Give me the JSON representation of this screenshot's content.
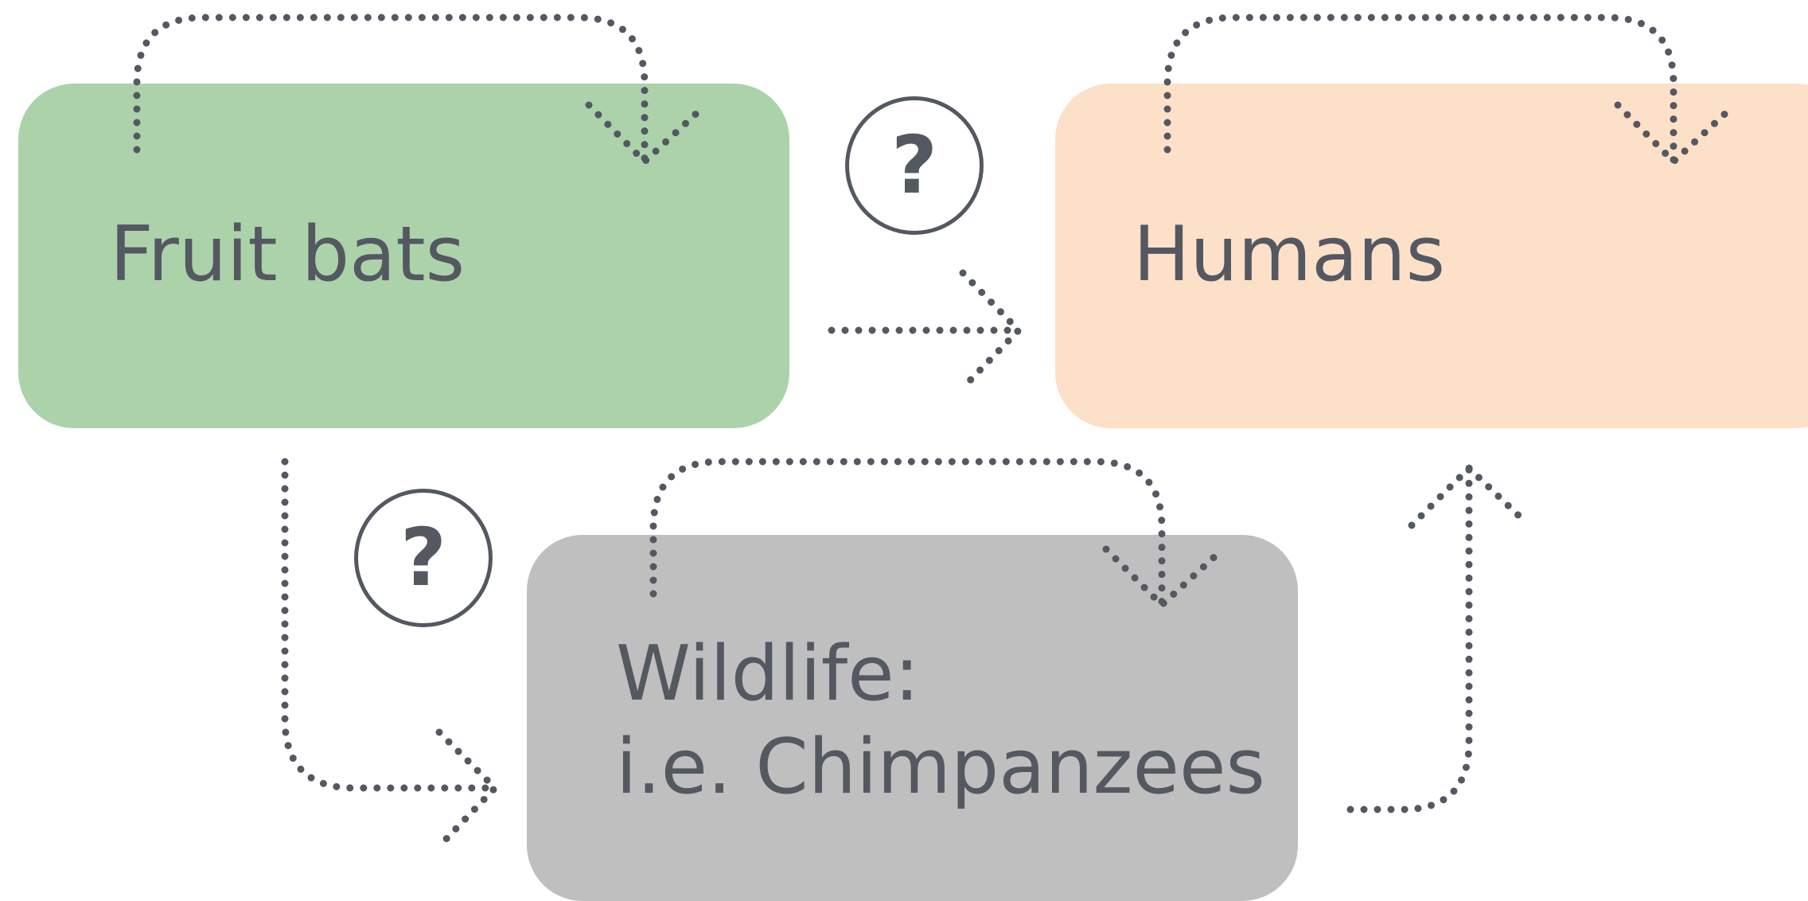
{
  "colors": {
    "fruit_bats_box": "#acd2aa",
    "humans_box": "#fde0c8",
    "wildlife_box": "#bfbfbf",
    "text_and_dots": "#545861"
  },
  "nodes": {
    "fruit_bats": "Fruit bats",
    "humans": "Humans",
    "wildlife_line1": "Wildlife:",
    "wildlife_line2": "i.e. Chimpanzees"
  },
  "unknown_markers": {
    "bats_to_humans": "?",
    "bats_to_wildlife": "?"
  },
  "icons": {
    "self_loop": "dotted-self-loop-arrow-icon",
    "transmission": "dotted-arrow-icon",
    "unknown": "question-mark-circle-icon"
  }
}
